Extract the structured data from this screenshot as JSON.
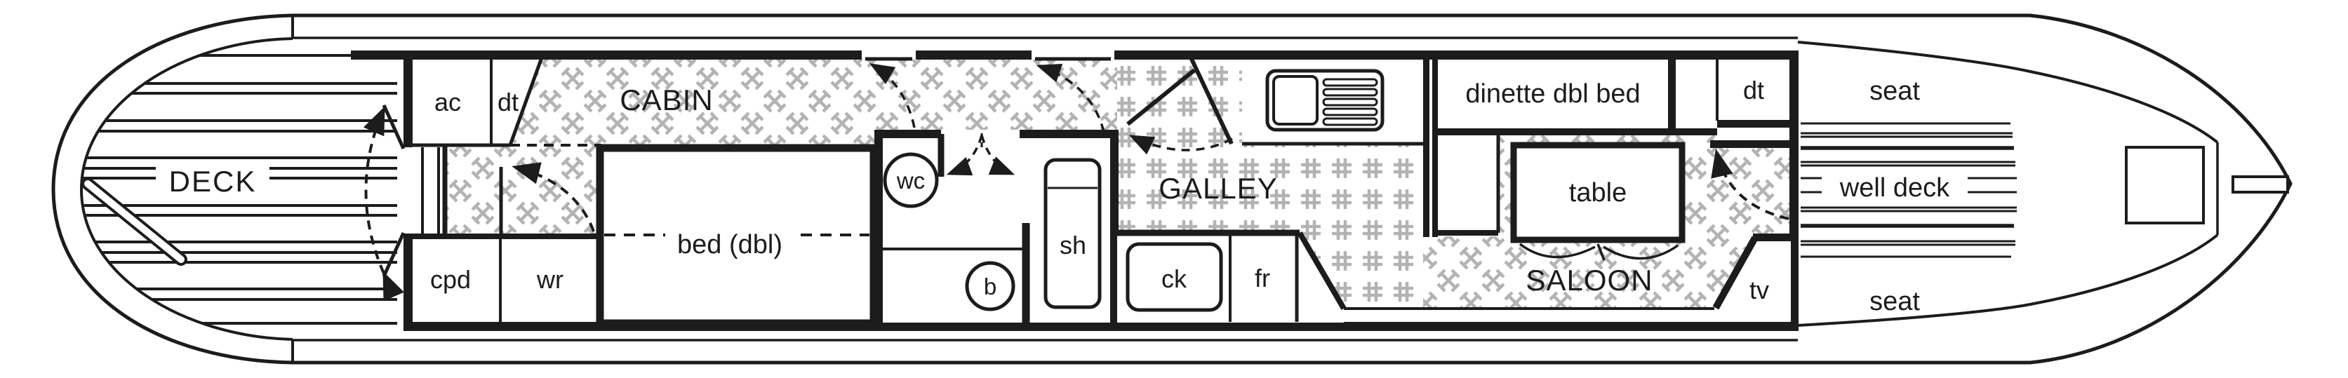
{
  "floor_plan": {
    "areas": {
      "deck": "DECK",
      "cabin": "CABIN",
      "galley": "GALLEY",
      "saloon": "SALOON",
      "well_deck": "well deck",
      "seat_top": "seat",
      "seat_bottom": "seat"
    },
    "rooms": {
      "ac": "ac",
      "dt_stern": "dt",
      "cpd": "cpd",
      "wr": "wr",
      "bed_double": "bed (dbl)",
      "wc": "wc",
      "basin": "b",
      "shower": "sh",
      "cooker": "ck",
      "fridge": "fr",
      "dinette": "dinette dbl bed",
      "dt_bow": "dt",
      "table": "table",
      "tv": "tv"
    },
    "line_color": "#1c1c1c",
    "hatch_color": "#b3b3b3"
  }
}
